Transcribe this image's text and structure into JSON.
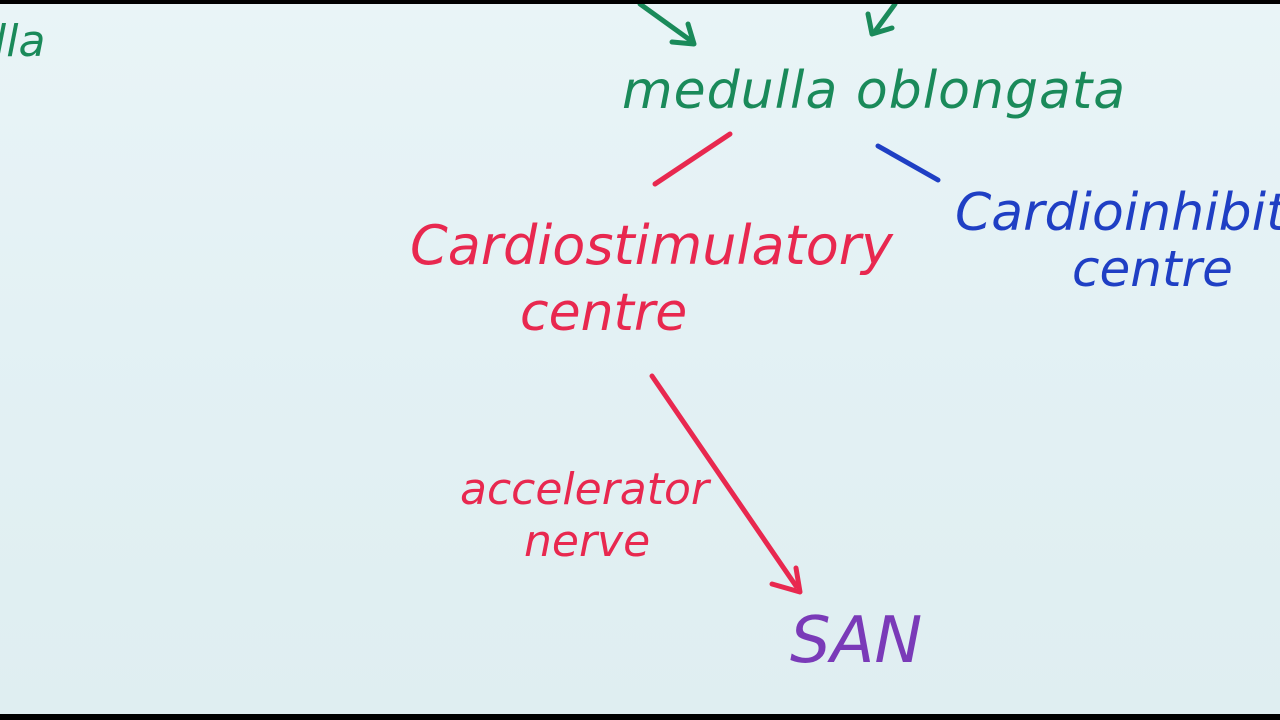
{
  "labels": {
    "top_left_fragment": "lla",
    "medulla": "medulla oblongata",
    "stim_line1": "Cardiostimulatory",
    "stim_line2": "centre",
    "inhib_line1": "Cardioinhibitor",
    "inhib_line2": "centre",
    "nerve_line1": "accelerator",
    "nerve_line2": "nerve",
    "san": "SAN"
  },
  "colors": {
    "green": "#1a8a5a",
    "red": "#e8284f",
    "blue": "#1f3fc4",
    "purple": "#7a3ab8",
    "board": "#e6f3f6"
  }
}
